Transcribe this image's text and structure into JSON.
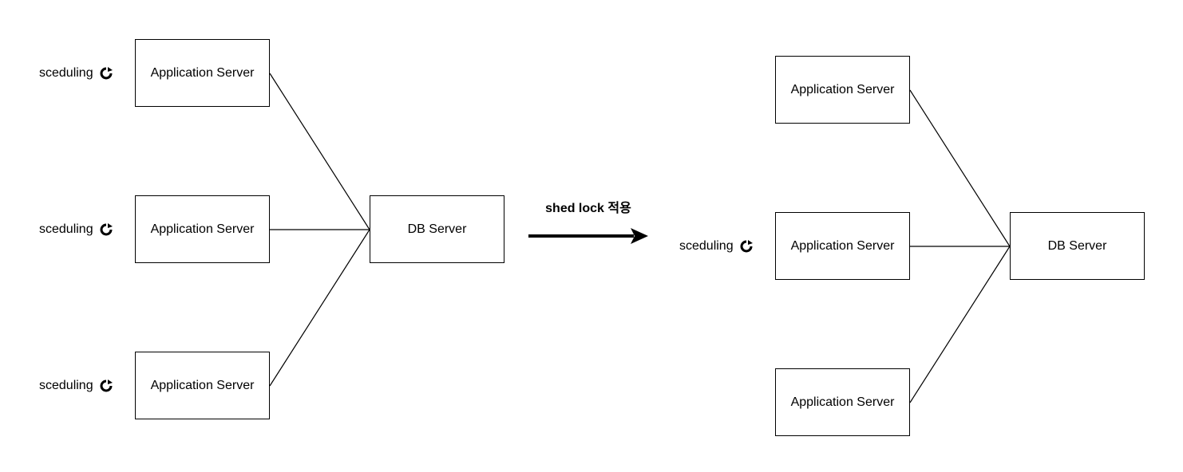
{
  "before": {
    "app_servers": [
      {
        "label": "Application Server",
        "scheduling": "sceduling"
      },
      {
        "label": "Application Server",
        "scheduling": "sceduling"
      },
      {
        "label": "Application Server",
        "scheduling": "sceduling"
      }
    ],
    "db_server": "DB Server"
  },
  "transition": {
    "label": "shed lock 적용"
  },
  "after": {
    "app_servers": [
      {
        "label": "Application Server"
      },
      {
        "label": "Application Server",
        "scheduling": "sceduling"
      },
      {
        "label": "Application Server"
      }
    ],
    "db_server": "DB Server"
  },
  "icons": {
    "scheduling": "refresh-icon"
  },
  "colors": {
    "stroke": "#000000",
    "background": "#ffffff"
  }
}
